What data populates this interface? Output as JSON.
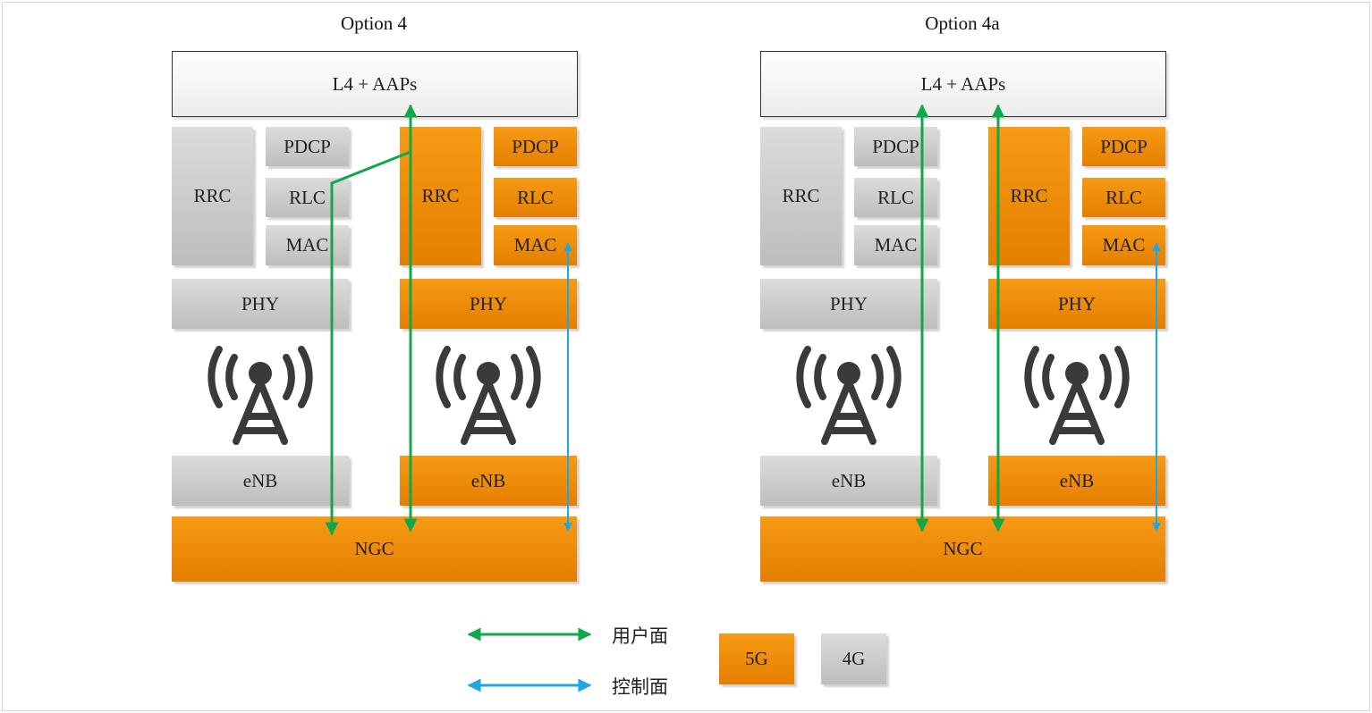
{
  "options": [
    {
      "title": "Option 4",
      "top": "L4 + AAPs",
      "left_stack": {
        "rrc": "RRC",
        "pdcp": "PDCP",
        "rlc": "RLC",
        "mac": "MAC",
        "phy": "PHY",
        "enb": "eNB"
      },
      "right_stack": {
        "rrc": "RRC",
        "pdcp": "PDCP",
        "rlc": "RLC",
        "mac": "MAC",
        "phy": "PHY",
        "enb": "eNB"
      },
      "core": "NGC"
    },
    {
      "title": "Option 4a",
      "top": "L4 + AAPs",
      "left_stack": {
        "rrc": "RRC",
        "pdcp": "PDCP",
        "rlc": "RLC",
        "mac": "MAC",
        "phy": "PHY",
        "enb": "eNB"
      },
      "right_stack": {
        "rrc": "RRC",
        "pdcp": "PDCP",
        "rlc": "RLC",
        "mac": "MAC",
        "phy": "PHY",
        "enb": "eNB"
      },
      "core": "NGC"
    }
  ],
  "legend": {
    "user_plane": "用户面",
    "control_plane": "控制面",
    "g5": "5G",
    "g4": "4G"
  },
  "colors": {
    "g5": "#f39200",
    "g4": "#c8c8c8",
    "user_plane": "#10a84a",
    "control_plane": "#1fa8e0",
    "tower": "#3a3a3a"
  },
  "icons": [
    "antenna-tower-icon"
  ]
}
